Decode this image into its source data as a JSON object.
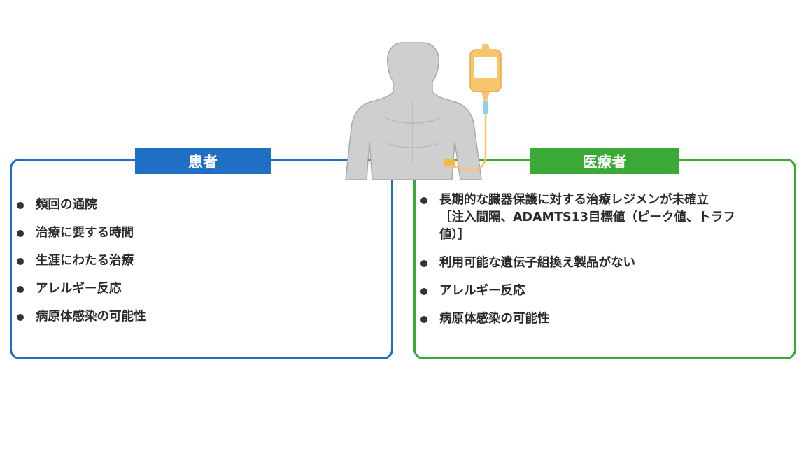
{
  "patient": {
    "header": "患者",
    "items": [
      "頻回の通院",
      "治療に要する時間",
      "生涯にわたる治療",
      "アレルギー反応",
      "病原体感染の可能性"
    ]
  },
  "provider": {
    "header": "医療者",
    "item1_line1": "長期的な臓器保護に対する治療レジメンが未確立",
    "item1_line2": "［注入間隔、ADAMTS13目標値（ピーク値、トラフ",
    "item1_line3": "値）］",
    "item2": "利用可能な遺伝子組換え製品がない",
    "item3": "アレルギー反応",
    "item4": "病原体感染の可能性"
  },
  "colors": {
    "patient_accent": "#1f6fc5",
    "provider_accent": "#3aa935",
    "body_gray": "#cfcfcf",
    "iv_bag": "#f7c56b"
  },
  "icons": [
    "human-torso-icon",
    "iv-bag-icon"
  ]
}
